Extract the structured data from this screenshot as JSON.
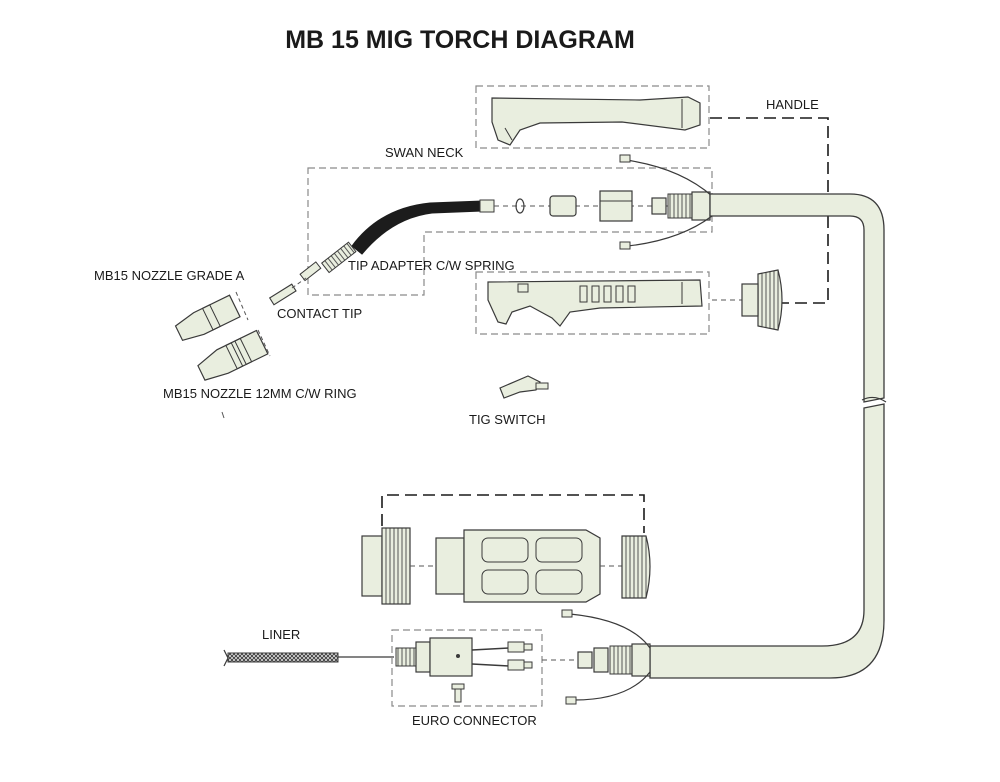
{
  "title": "MB 15 MIG TORCH DIAGRAM",
  "labels": {
    "handle": "HANDLE",
    "swan_neck": "SWAN NECK",
    "nozzle_grade_a": "MB15 NOZZLE GRADE A",
    "tip_adapter": "TIP ADAPTER C/W SPRING",
    "contact_tip": "CONTACT TIP",
    "nozzle_12mm": "MB15 NOZZLE 12MM C/W RING",
    "tig_switch": "TIG SWITCH",
    "liner": "LINER",
    "euro_connector": "EURO CONNECTOR"
  },
  "colors": {
    "part_fill": "#e9eedf",
    "outline": "#3a3a3a",
    "dashed_box": "#8a8a8a",
    "neck_dark": "#1c1c1c"
  }
}
